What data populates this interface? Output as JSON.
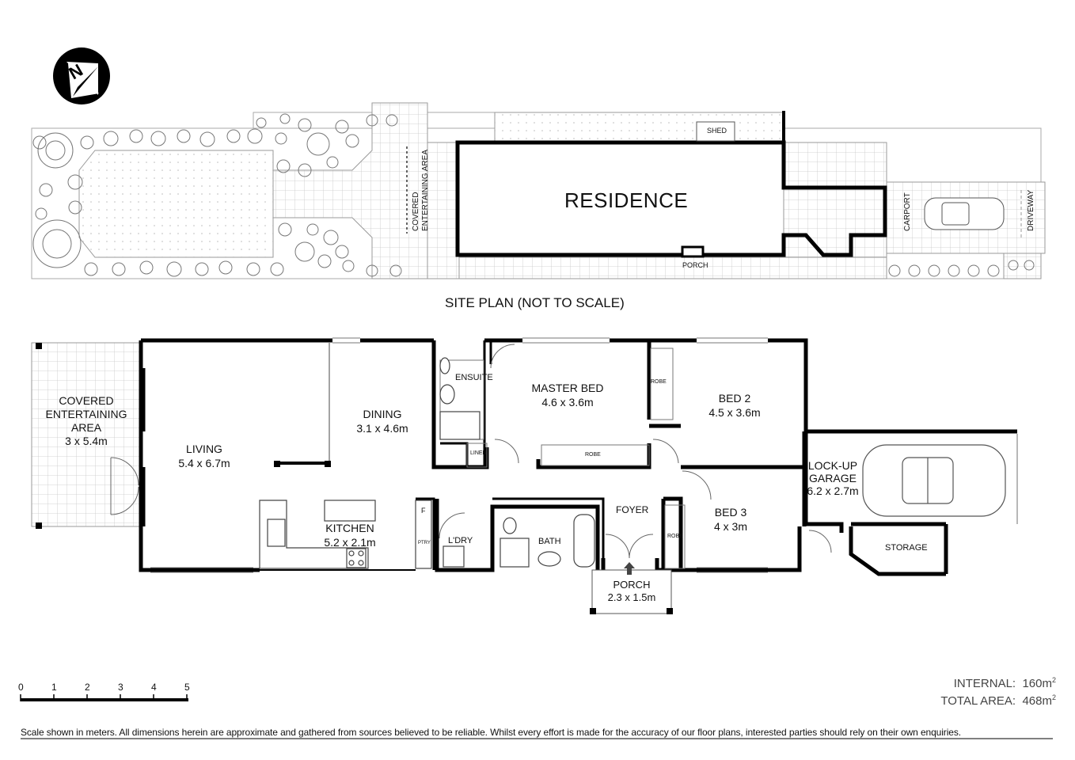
{
  "site_plan": {
    "residence": "RESIDENCE",
    "covered_area": [
      "COVERED",
      "ENTERTAINING AREA"
    ],
    "shed": "SHED",
    "porch": "PORCH",
    "carport": "CARPORT",
    "driveway": "DRIVEWAY",
    "caption": "SITE PLAN (NOT TO SCALE)"
  },
  "rooms": {
    "covered": {
      "name_1": "COVERED",
      "name_2": "ENTERTAINING",
      "name_3": "AREA",
      "dim": "3 x 5.4m"
    },
    "living": {
      "name": "LIVING",
      "dim": "5.4 x 6.7m"
    },
    "dining": {
      "name": "DINING",
      "dim": "3.1 x 4.6m"
    },
    "kitchen": {
      "name": "KITCHEN",
      "dim": "5.2 x 2.1m"
    },
    "master": {
      "name": "MASTER BED",
      "dim": "4.6 x 3.6m"
    },
    "bed2": {
      "name": "BED 2",
      "dim": "4.5 x 3.6m"
    },
    "bed3": {
      "name": "BED 3",
      "dim": "4 x 3m"
    },
    "garage": {
      "name_1": "LOCK-UP",
      "name_2": "GARAGE",
      "dim": "6.2 x 2.7m"
    },
    "porch": {
      "name": "PORCH",
      "dim": "2.3 x 1.5m"
    },
    "foyer": "FOYER",
    "ensuite": "ENSUITE",
    "linen": "LINEN",
    "robe_master": "ROBE",
    "robe_bed2": "ROBE",
    "robe_bed3": "ROBE",
    "laundry": "L'DRY",
    "bath": "BATH",
    "pantry": "PTRY",
    "fridge": "F",
    "storage": "STORAGE"
  },
  "compass": {
    "letter": "N"
  },
  "scale_bar": {
    "ticks": [
      "0",
      "1",
      "2",
      "3",
      "4",
      "5"
    ]
  },
  "areas": {
    "internal_label": "INTERNAL:",
    "internal_value": "160m",
    "total_label": "TOTAL AREA:",
    "total_value": "468m",
    "superscript": "2"
  },
  "disclaimer": "Scale shown in meters. All dimensions herein are approximate and gathered from sources believed to be  reliable. Whilst every effort is made for the accuracy of our floor plans, interested parties should rely on their own enquiries."
}
